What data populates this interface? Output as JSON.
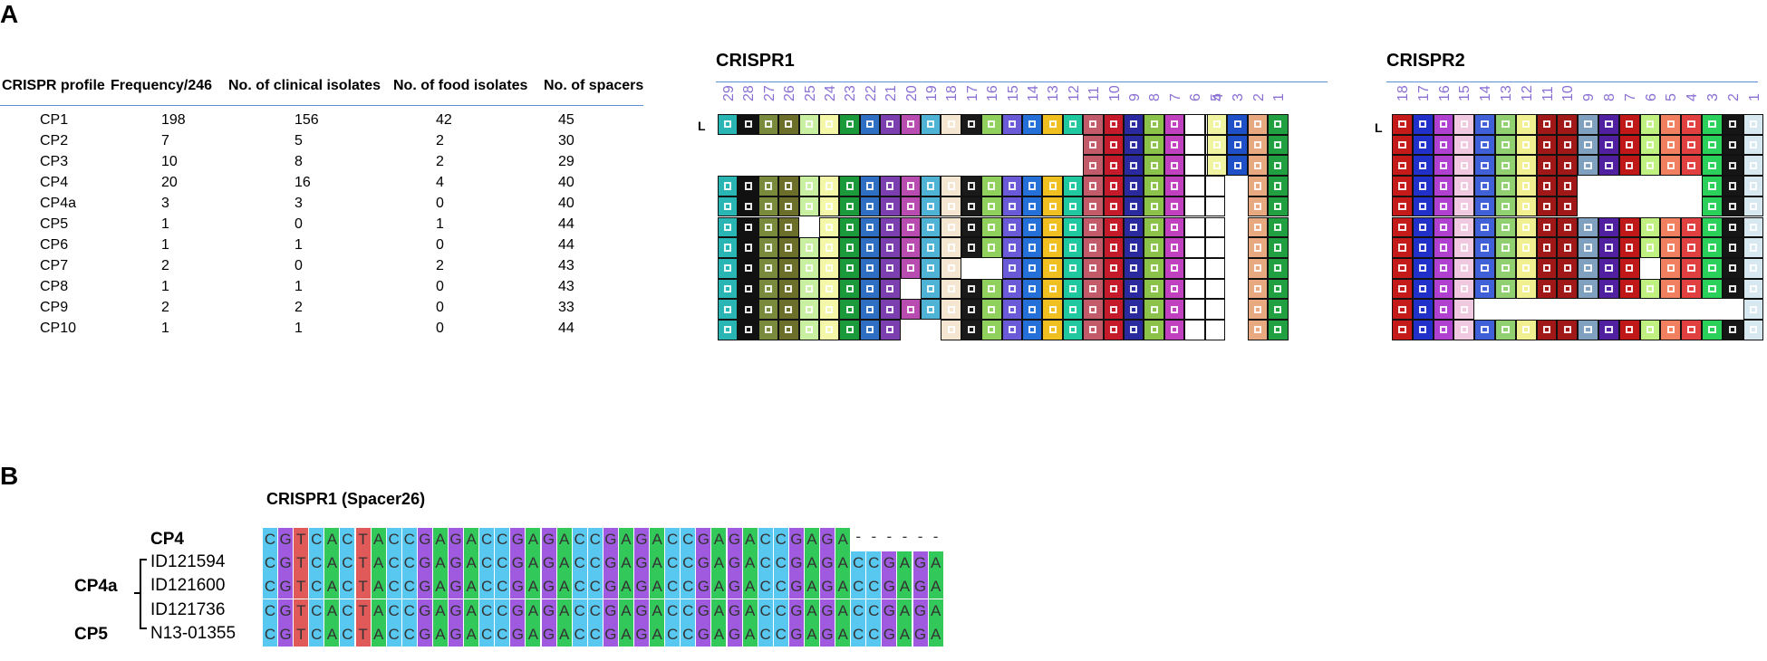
{
  "panel_a": {
    "letter": "A",
    "table": {
      "headers": [
        "CRISPR profile",
        "Frequency/246",
        "No. of clinical isolates",
        "No. of food isolates",
        "No. of spacers"
      ],
      "rows": [
        [
          "CP1",
          "198",
          "156",
          "42",
          "45"
        ],
        [
          "CP2",
          "7",
          "5",
          "2",
          "30"
        ],
        [
          "CP3",
          "10",
          "8",
          "2",
          "29"
        ],
        [
          "CP4",
          "20",
          "16",
          "4",
          "40"
        ],
        [
          "CP4a",
          "3",
          "3",
          "0",
          "40"
        ],
        [
          "CP5",
          "1",
          "0",
          "1",
          "44"
        ],
        [
          "CP6",
          "1",
          "1",
          "0",
          "44"
        ],
        [
          "CP7",
          "2",
          "0",
          "2",
          "43"
        ],
        [
          "CP8",
          "1",
          "1",
          "0",
          "43"
        ],
        [
          "CP9",
          "2",
          "2",
          "0",
          "33"
        ],
        [
          "CP10",
          "1",
          "1",
          "0",
          "44"
        ]
      ]
    },
    "crispr1": {
      "title": "CRISPR1",
      "leader": "L",
      "spacer_numbers": [
        "29",
        "28",
        "27",
        "26",
        "25",
        "24",
        "23",
        "22",
        "21",
        "20",
        "19",
        "18",
        "17",
        "16",
        "15",
        "14",
        "13",
        "12",
        "11",
        "10",
        "9",
        "8",
        "7",
        "6",
        "5",
        "4",
        "3",
        "2",
        "1"
      ],
      "colors": [
        "#2ab5b5",
        "#111111",
        "#7a8a3c",
        "#6b6f2a",
        "#c8f0a0",
        "#f4f7a8",
        "#1a9a3a",
        "#2e6fc4",
        "#7b3fb0",
        "#b84cb0",
        "#4fb3d6",
        "#f5e6d2",
        "#1a1a1a",
        "#8fd15c",
        "#6a5ad8",
        "#2470d8",
        "#f0c020",
        "#20c8a0",
        "#c25a6a",
        "#c41a2a",
        "#2a2a9e",
        "#8bc34a",
        "#c040c0",
        "#ffffff",
        "#ffffff",
        "#f0f4a0",
        "#2050c8",
        "#e8a880",
        "#20a040",
        "#c09080"
      ],
      "present_matrix": [
        "11111111111111111111111111111",
        "00000000000000000011111111111",
        "00000000000000000011111111111",
        "11111111111111111111111110011",
        "11111111111111111111111110011",
        "11110111111111111111111110011",
        "11111111111111111111111110011",
        "11111111111100111111111110011",
        "11111111101111111111111110011",
        "11111111111111111111111110011",
        "11111111100111111111111110011"
      ]
    },
    "crispr2": {
      "title": "CRISPR2",
      "leader": "L",
      "spacer_numbers": [
        "18",
        "17",
        "16",
        "15",
        "14",
        "13",
        "12",
        "11",
        "10",
        "9",
        "8",
        "7",
        "6",
        "5",
        "4",
        "3",
        "2",
        "1"
      ],
      "colors": [
        "#c41a1a",
        "#2030c8",
        "#b040d0",
        "#f0c8e0",
        "#4060d8",
        "#90d070",
        "#f0f090",
        "#a01818",
        "#a01818",
        "#80a0c0",
        "#5020a0",
        "#c01818",
        "#c0f080",
        "#f08060",
        "#e04040",
        "#2bd05a",
        "#161616",
        "#d8e8f0"
      ],
      "present_matrix": [
        "111111111111111111",
        "111111111111111111",
        "111111111111111111",
        "111111111000000111",
        "111111111000000111",
        "111111111111111111",
        "111111111111111111",
        "111111111111011111",
        "111111111111111111",
        "111100000000000001",
        "111111111111111111"
      ]
    }
  },
  "panel_b": {
    "letter": "B",
    "title": "CRISPR1 (Spacer26)",
    "base_colors": {
      "A": "#32c85a",
      "C": "#58c8f0",
      "G": "#a05ae0",
      "T": "#e05a5a",
      "-": "#ffffff"
    },
    "rows": [
      {
        "group": "CP4",
        "id": "",
        "seq": "CGTCACTACCGAGACCGAGACCGAGACCGAGACCGAGA------"
      },
      {
        "group": "",
        "id": "ID121594",
        "seq": "CGTCACTACCGAGACCGAGACCGAGACCGAGACCGAGACCGAGA"
      },
      {
        "group": "CP4a",
        "id": "ID121600",
        "seq": "CGTCACTACCGAGACCGAGACCGAGACCGAGACCGAGACCGAGA"
      },
      {
        "group": "",
        "id": "ID121736",
        "seq": "CGTCACTACCGAGACCGAGACCGAGACCGAGACCGAGACCGAGA"
      },
      {
        "group": "CP5",
        "id": "N13-01355",
        "seq": "CGTCACTACCGAGACCGAGACCGAGACCGAGACCGAGACCGAGA"
      }
    ]
  }
}
